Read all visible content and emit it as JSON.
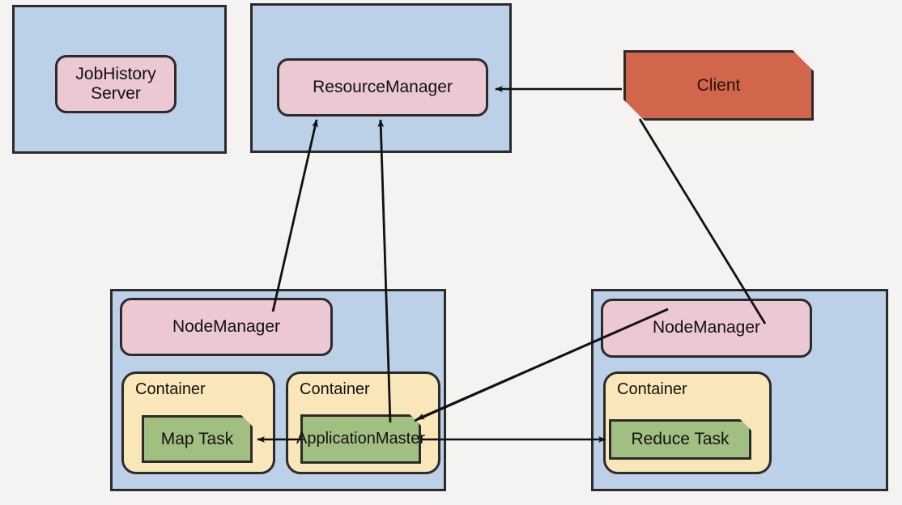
{
  "diagram": {
    "title": "Hadoop YARN / MapReduce architecture",
    "colors": {
      "cluster_fill": "#bcd0e8",
      "service_fill": "#ebc8d3",
      "container_fill": "#fae7b9",
      "task_fill": "#a2bf82",
      "client_fill": "#d2664c",
      "stroke": "#2b2b2b",
      "background": "#f4f3f1"
    },
    "nodes": {
      "jobhistory_cluster": {
        "label": ""
      },
      "jobhistory_server": {
        "label": "JobHistory\nServer",
        "line1": "JobHistory",
        "line2": "Server"
      },
      "resourcemanager_cluster": {
        "label": ""
      },
      "resourcemanager": {
        "label": "ResourceManager"
      },
      "client": {
        "label": "Client"
      },
      "nodemanager_left": {
        "label": "NodeManager"
      },
      "nodemanager_right": {
        "label": "NodeManager"
      },
      "container_map": {
        "label": "Container"
      },
      "container_am": {
        "label": "Container"
      },
      "container_reduce": {
        "label": "Container"
      },
      "map_task": {
        "label": "Map Task"
      },
      "application_master": {
        "label": "Application\nMaster",
        "line1": "Application",
        "line2": "Master"
      },
      "reduce_task": {
        "label": "Reduce Task"
      }
    },
    "edges": [
      {
        "name": "client-to-resourcemanager",
        "from": "client",
        "to": "resourcemanager",
        "arrow": "to"
      },
      {
        "name": "client-to-nodemanager-right",
        "from": "client",
        "to": "nodemanager_right",
        "arrow": "none"
      },
      {
        "name": "nodemanager-left-to-resourcemanager",
        "from": "nodemanager_left",
        "to": "resourcemanager",
        "arrow": "to"
      },
      {
        "name": "application-master-to-resourcemanager",
        "from": "application_master",
        "to": "resourcemanager",
        "arrow": "to"
      },
      {
        "name": "resourcemanager-to-application-master",
        "from": "resourcemanager",
        "to": "application_master",
        "arrow": "to"
      },
      {
        "name": "application-master-to-map-task",
        "from": "application_master",
        "to": "map_task",
        "arrow": "to"
      },
      {
        "name": "application-master-to-reduce-task",
        "from": "application_master",
        "to": "reduce_task",
        "arrow": "to"
      }
    ]
  }
}
